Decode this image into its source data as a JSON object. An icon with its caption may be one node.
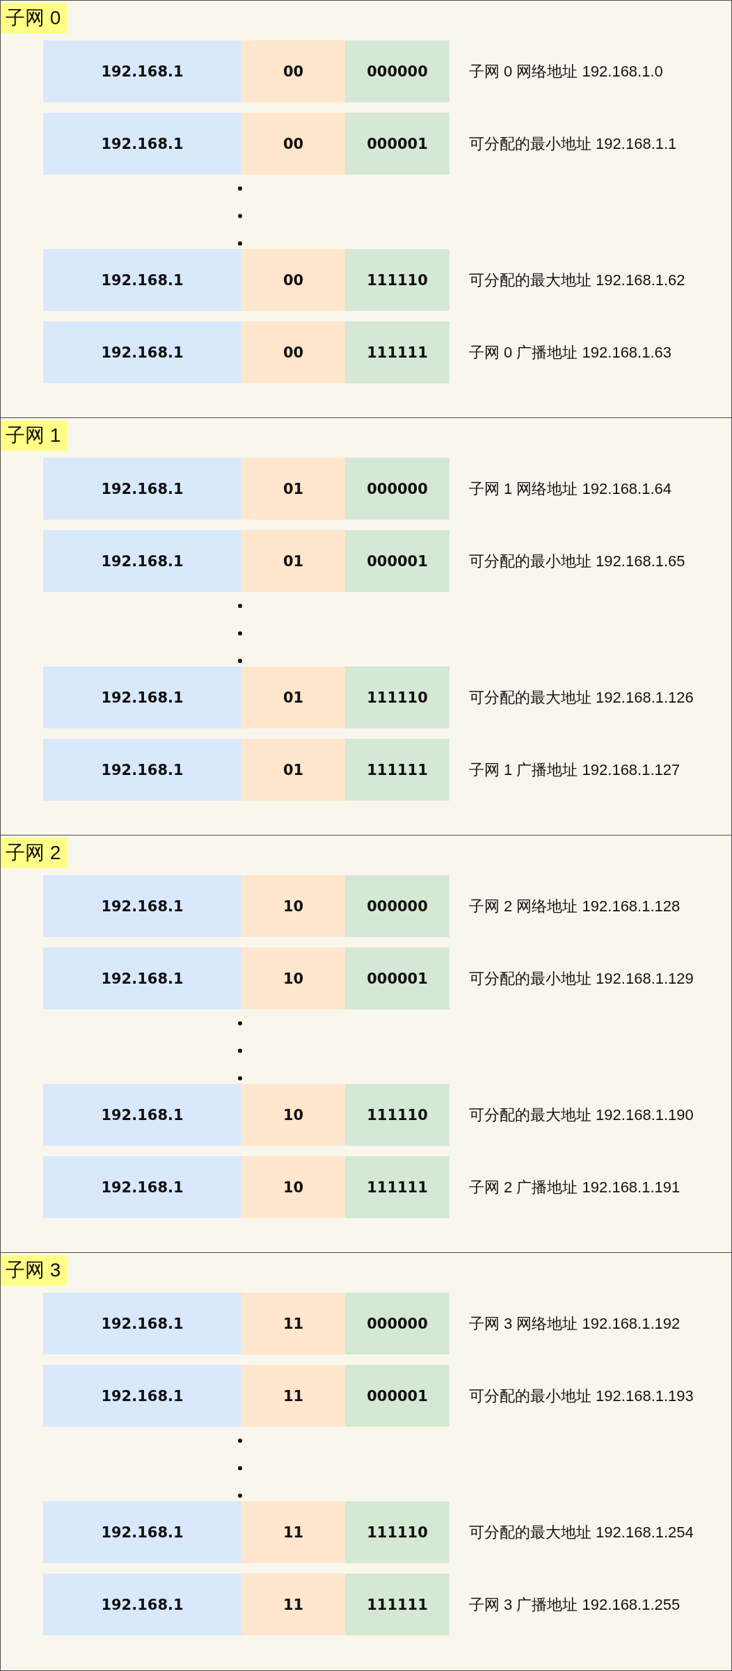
{
  "diagram": {
    "nodes": [
      {
        "text": [
          "子网 0"
        ]
      },
      {
        "text": [
          "192.168.1"
        ],
        "in": 0
      },
      {
        "text": [
          "00"
        ],
        "in": 0
      },
      {
        "text": [
          "000000"
        ],
        "in": 0,
        "beside": [
          "子网 0 网络地址 192.168.1.0"
        ]
      },
      {
        "text": [
          "192.168.1"
        ],
        "in": 0
      },
      {
        "text": [
          "00"
        ],
        "in": 0
      },
      {
        "text": [
          "000001"
        ],
        "in": 0,
        "beside": [
          "可分配的最小地址 192.168.1.1"
        ]
      },
      {
        "text": [
          "192.168.1"
        ],
        "in": 0
      },
      {
        "text": [
          "00"
        ],
        "in": 0
      },
      {
        "text": [
          "111110"
        ],
        "in": 0,
        "beside": [
          "可分配的最大地址 192.168.1.62"
        ]
      },
      {
        "text": [
          "192.168.1"
        ],
        "in": 0
      },
      {
        "text": [
          "00"
        ],
        "in": 0
      },
      {
        "text": [
          "111111"
        ],
        "in": 0,
        "beside": [
          "子网 0 广播地址 192.168.1.63"
        ]
      },
      {
        "text": [
          "子网 1"
        ]
      },
      {
        "text": [
          "192.168.1"
        ],
        "in": 13
      },
      {
        "text": [
          "01"
        ],
        "in": 13
      },
      {
        "text": [
          "000000"
        ],
        "in": 13,
        "beside": [
          "子网 1 网络地址 192.168.1.64"
        ]
      },
      {
        "text": [
          "192.168.1"
        ],
        "in": 13
      },
      {
        "text": [
          "01"
        ],
        "in": 13
      },
      {
        "text": [
          "000001"
        ],
        "in": 13,
        "beside": [
          "可分配的最小地址 192.168.1.65"
        ]
      },
      {
        "text": [
          "192.168.1"
        ],
        "in": 13
      },
      {
        "text": [
          "01"
        ],
        "in": 13
      },
      {
        "text": [
          "111110"
        ],
        "in": 13,
        "beside": [
          "可分配的最大地址 192.168.1.126"
        ]
      },
      {
        "text": [
          "192.168.1"
        ],
        "in": 13
      },
      {
        "text": [
          "01"
        ],
        "in": 13
      },
      {
        "text": [
          "111111"
        ],
        "in": 13,
        "beside": [
          "子网 1 广播地址 192.168.1.127"
        ]
      },
      {
        "text": [
          "子网 2"
        ]
      },
      {
        "text": [
          "192.168.1"
        ],
        "in": 26
      },
      {
        "text": [
          "10"
        ],
        "in": 26
      },
      {
        "text": [
          "000000"
        ],
        "in": 26,
        "beside": [
          "子网 2 网络地址 192.168.1.128"
        ]
      },
      {
        "text": [
          "192.168.1"
        ],
        "in": 26
      },
      {
        "text": [
          "10"
        ],
        "in": 26
      },
      {
        "text": [
          "000001"
        ],
        "in": 26,
        "beside": [
          "可分配的最小地址 192.168.1.129"
        ]
      },
      {
        "text": [
          "192.168.1"
        ],
        "in": 26
      },
      {
        "text": [
          "10"
        ],
        "in": 26
      },
      {
        "text": [
          "111110"
        ],
        "in": 26,
        "beside": [
          "可分配的最大地址 192.168.1.190"
        ]
      },
      {
        "text": [
          "192.168.1"
        ],
        "in": 26
      },
      {
        "text": [
          "10"
        ],
        "in": 26
      },
      {
        "text": [
          "111111"
        ],
        "in": 26,
        "beside": [
          "子网 2 广播地址 192.168.1.191"
        ]
      },
      {
        "text": [
          "子网 3"
        ]
      },
      {
        "text": [
          "192.168.1"
        ],
        "in": 39
      },
      {
        "text": [
          "11"
        ],
        "in": 39
      },
      {
        "text": [
          "000000"
        ],
        "in": 39,
        "beside": [
          "子网 3 网络地址 192.168.1.192"
        ]
      },
      {
        "text": [
          "192.168.1"
        ],
        "in": 39
      },
      {
        "text": [
          "11"
        ],
        "in": 39
      },
      {
        "text": [
          "000001"
        ],
        "in": 39,
        "beside": [
          "可分配的最小地址 192.168.1.193"
        ]
      },
      {
        "text": [
          "192.168.1"
        ],
        "in": 39
      },
      {
        "text": [
          "11"
        ],
        "in": 39
      },
      {
        "text": [
          "111110"
        ],
        "in": 39,
        "beside": [
          "可分配的最大地址 192.168.1.254"
        ]
      },
      {
        "text": [
          "192.168.1"
        ],
        "in": 39
      },
      {
        "text": [
          "11"
        ],
        "in": 39
      },
      {
        "text": [
          "111111"
        ],
        "in": 39,
        "beside": [
          "子网 3 广播地址 192.168.1.255"
        ]
      }
    ]
  }
}
